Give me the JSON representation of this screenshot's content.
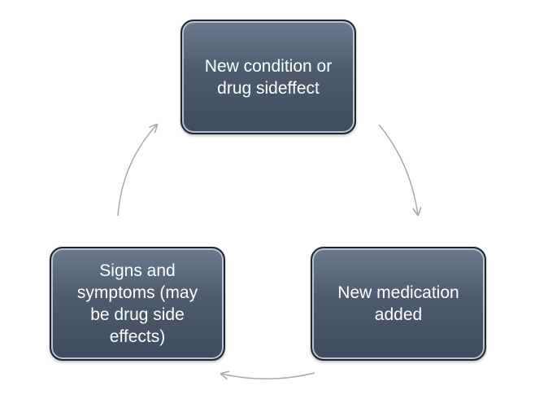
{
  "nodes": {
    "top": {
      "label": "New condition or\ndrug sideffect"
    },
    "right": {
      "label": "New medication\nadded"
    },
    "left": {
      "label": "Signs and\nsymptoms (may\nbe drug side\neffects)"
    }
  },
  "colors": {
    "box_fill_top": "#6b7a8c",
    "box_fill_bottom": "#3f4c5d",
    "box_border": "#1f2733",
    "box_inner_outline": "#b9c3cf",
    "connector": "#a5aab0",
    "text": "#ffffff"
  }
}
